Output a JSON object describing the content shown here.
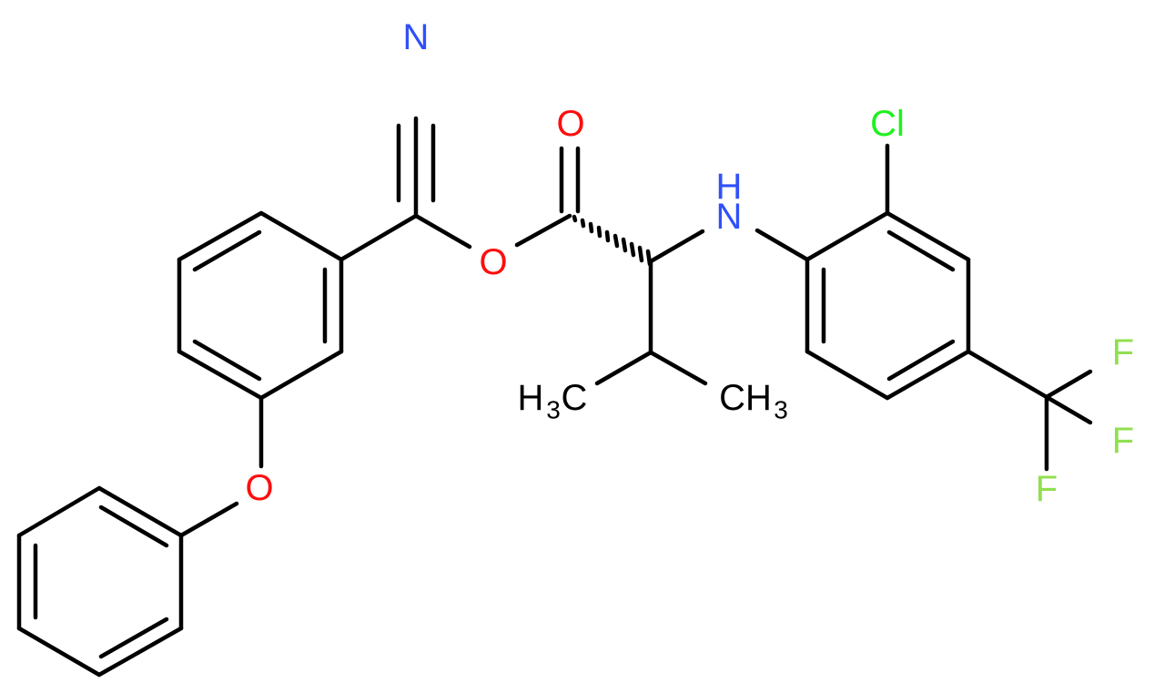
{
  "molecule": {
    "atoms": {
      "nitrile_n": {
        "text": "N",
        "color": "#3050F8"
      },
      "carbonyl_o": {
        "text": "O",
        "color": "#FF0D0D"
      },
      "ester_o": {
        "text": "O",
        "color": "#FF0D0D"
      },
      "ether_o": {
        "text": "O",
        "color": "#FF0D0D"
      },
      "amine": {
        "text": "H",
        "text2": "N",
        "color": "#3050F8"
      },
      "chlorine": {
        "text": "Cl",
        "color": "#1FF01F"
      },
      "fluorine_1": {
        "text": "F",
        "color": "#90E050"
      },
      "fluorine_2": {
        "text": "F",
        "color": "#90E050"
      },
      "fluorine_3": {
        "text": "F",
        "color": "#90E050"
      },
      "methyl_left": {
        "h": "H",
        "sub": "3",
        "c": "C"
      },
      "methyl_right": {
        "c": "CH",
        "sub": "3"
      }
    }
  }
}
